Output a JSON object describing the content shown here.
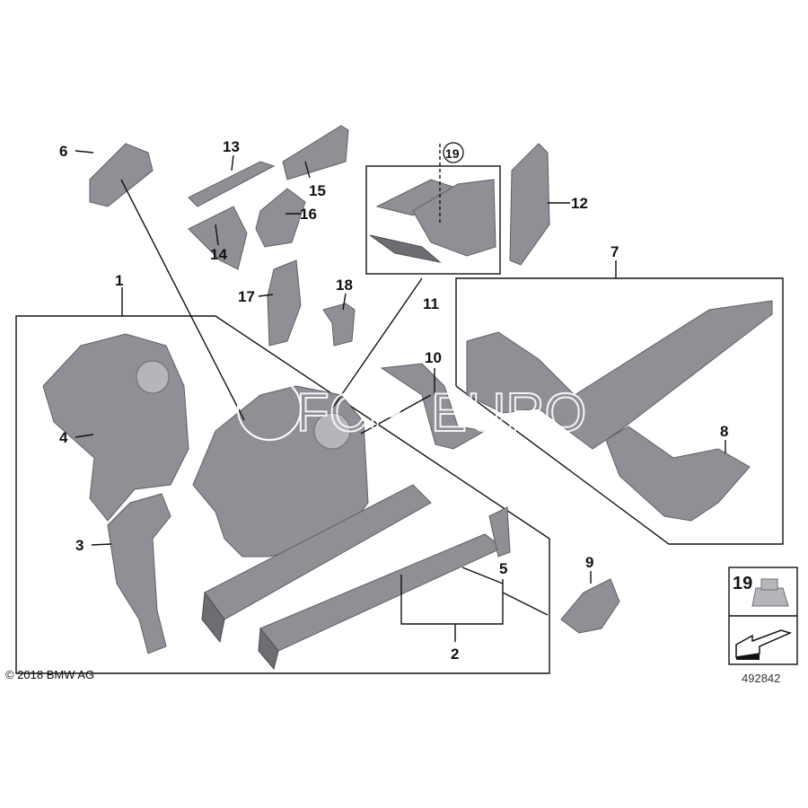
{
  "callouts": {
    "c1": "1",
    "c2": "2",
    "c3": "3",
    "c4": "4",
    "c5": "5",
    "c6": "6",
    "c7": "7",
    "c8": "8",
    "c9": "9",
    "c10": "10",
    "c11": "11",
    "c12": "12",
    "c13": "13",
    "c14": "14",
    "c15": "15",
    "c16": "16",
    "c17": "17",
    "c18": "18",
    "c19": "19"
  },
  "legend": {
    "part_number": "19",
    "diagram_id": "492842"
  },
  "copyright": "© 2018 BMW AG",
  "watermark": "FCP EURO"
}
